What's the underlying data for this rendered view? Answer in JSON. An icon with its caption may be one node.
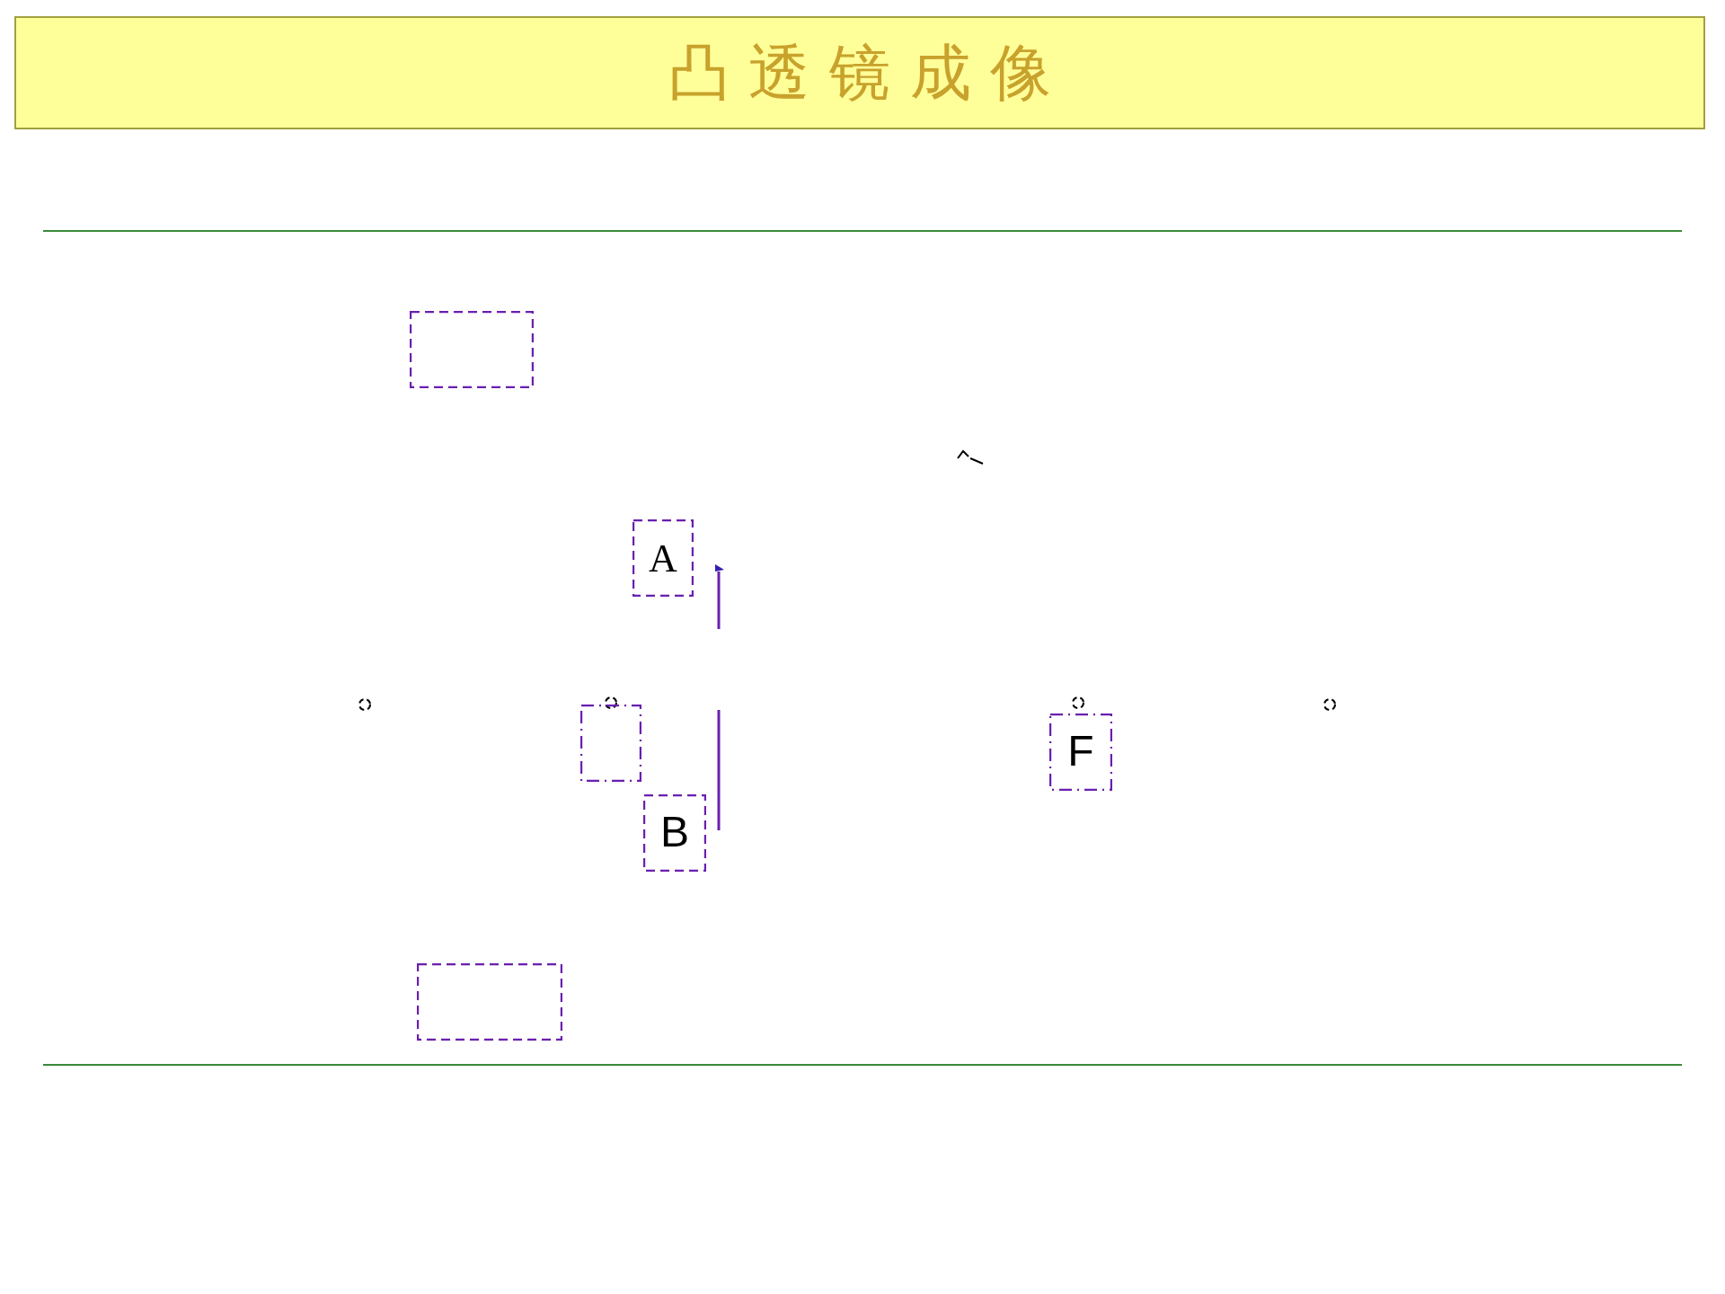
{
  "diagram": {
    "title": "凸 透 镜 成 像",
    "nodes": [
      {
        "text": [],
        "shape": "box"
      },
      {
        "text": [
          "A"
        ]
      },
      {
        "text": [],
        "shape": "box"
      },
      {
        "text": [
          "F"
        ]
      },
      {
        "text": [
          "B"
        ]
      },
      {
        "text": [],
        "shape": "box"
      }
    ]
  }
}
